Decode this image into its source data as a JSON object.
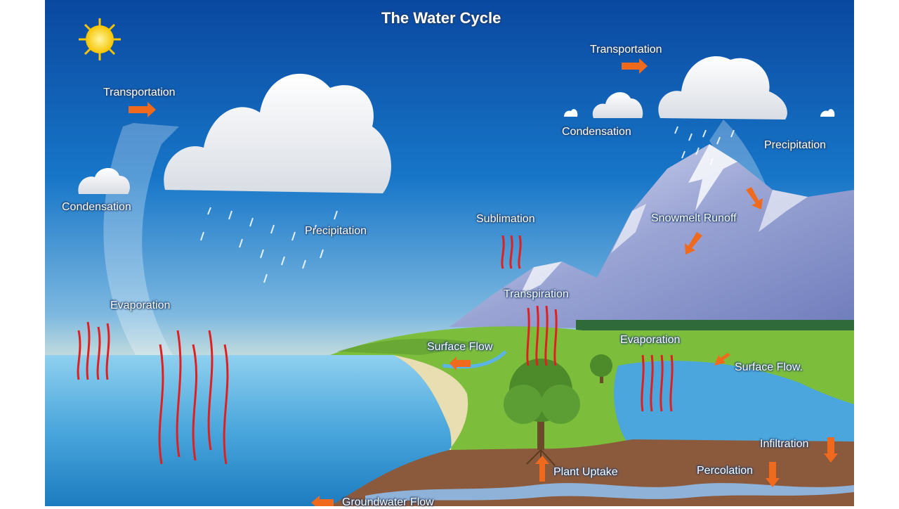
{
  "title": "The Water Cycle",
  "labels": {
    "transportation_left": "Transportation",
    "transportation_right": "Transportation",
    "condensation_left": "Condensation",
    "condensation_right": "Condensation",
    "precipitation_left": "Precipitation",
    "precipitation_right": "Precipitation",
    "sublimation": "Sublimation",
    "snowmelt_runoff": "Snowmelt Runoff",
    "transpiration": "Transpiration",
    "evaporation_ocean": "Evaporation",
    "evaporation_lake": "Evaporation",
    "surface_flow_left": "Surface Flow",
    "surface_flow_right": "Surface Flow.",
    "infiltration": "Infiltration",
    "plant_uptake": "Plant Uptake",
    "percolation": "Percolation",
    "groundwater_flow": "Groundwater Flow"
  },
  "colors": {
    "sky_top": "#0b4fa6",
    "sky_bottom": "#cfe3ef",
    "ocean": "#2f93d0",
    "grass": "#7cbe3c",
    "soil": "#8b5a3c",
    "mountain": "#9aa8d6",
    "vapor_arrow": "#e02020",
    "flow_arrow": "#f06a1e"
  },
  "icons": [
    "sun-icon",
    "cloud-icon",
    "tree-icon",
    "mountain-icon"
  ]
}
